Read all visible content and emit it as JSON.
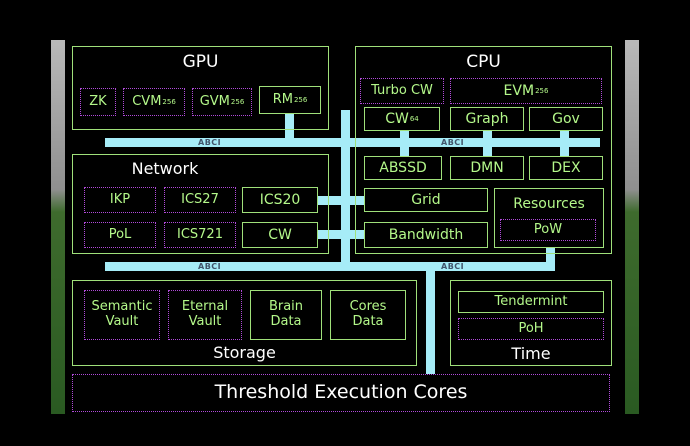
{
  "sections": {
    "gpu": {
      "title": "GPU",
      "items": [
        {
          "label": "ZK"
        },
        {
          "label": "CVM",
          "sup": "256"
        },
        {
          "label": "GVM",
          "sup": "256"
        },
        {
          "label": "RM",
          "sup": "256"
        }
      ]
    },
    "cpu": {
      "title": "CPU",
      "top": [
        {
          "label": "Turbo CW"
        },
        {
          "label": "EVM",
          "sup": "256"
        }
      ],
      "row": [
        {
          "label": "CW",
          "sup": "64"
        },
        {
          "label": "Graph"
        },
        {
          "label": "Gov"
        }
      ],
      "bottom": [
        {
          "label": "ABSSD"
        },
        {
          "label": "DMN"
        },
        {
          "label": "DEX"
        }
      ],
      "resources": {
        "label": "Resources",
        "item": "PoW"
      },
      "grid": "Grid",
      "bandwidth": "Bandwidth"
    },
    "network": {
      "title": "Network",
      "items": [
        {
          "label": "IKP"
        },
        {
          "label": "ICS27"
        },
        {
          "label": "ICS20"
        },
        {
          "label": "PoL"
        },
        {
          "label": "ICS721"
        },
        {
          "label": "CW"
        }
      ]
    },
    "storage": {
      "title": "Storage",
      "items": [
        {
          "label": "Semantic\nVault"
        },
        {
          "label": "Eternal\nVault"
        },
        {
          "label": "Brain\nData"
        },
        {
          "label": "Cores\nData"
        }
      ]
    },
    "time": {
      "title": "Time",
      "items": [
        {
          "label": "Tendermint"
        },
        {
          "label": "PoH"
        }
      ]
    },
    "footer": {
      "title": "Threshold Execution Cores"
    }
  },
  "bus_labels": [
    "ABCI",
    "ABCI",
    "ABCI",
    "ABCI"
  ],
  "colors": {
    "background": "#000000",
    "frame": "#9fe07a",
    "text": "#b4f88a",
    "dotted_border": "#b04ad8",
    "bus": "#a6ecf7"
  }
}
